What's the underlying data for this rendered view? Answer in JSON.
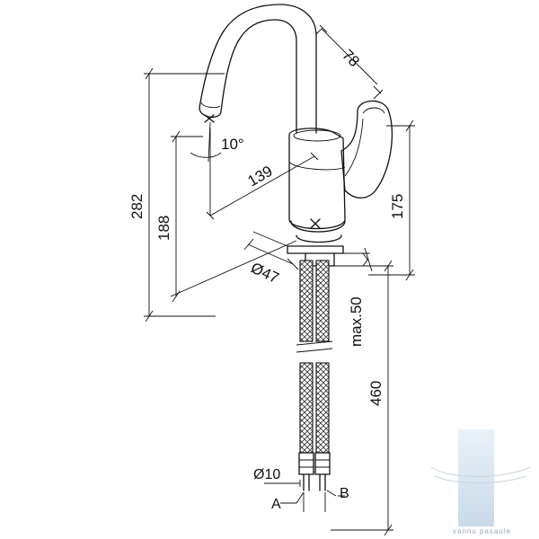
{
  "dimensions": {
    "spout_reach": "78",
    "swivel_angle": "10°",
    "projection": "139",
    "total_height": "282",
    "spout_height": "188",
    "handle_height": "175",
    "base_diameter": "Ø47",
    "max_deck_thickness": "max.50",
    "hose_length": "460",
    "hose_diameter": "Ø10"
  },
  "connections": {
    "left": "A",
    "right": "B"
  },
  "watermark": {
    "text": "vannu pasaule"
  }
}
